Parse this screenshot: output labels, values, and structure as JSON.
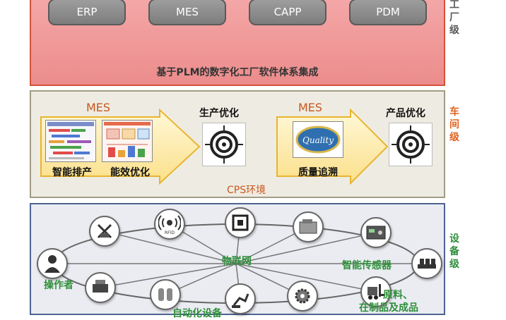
{
  "levels": {
    "factory": "工厂级",
    "workshop": "车间级",
    "device": "设备级"
  },
  "factory": {
    "systems": [
      "ERP",
      "MES",
      "CAPP",
      "PDM"
    ],
    "caption": "基于PLM的数字化工厂软件体系集成"
  },
  "workshop": {
    "left": {
      "mes": "MES",
      "labels": [
        "智能排产",
        "能效优化"
      ],
      "target": "生产优化"
    },
    "right": {
      "mes": "MES",
      "label": "质量追溯",
      "target": "产品优化",
      "badge": "Quality"
    },
    "env": "CPS环境"
  },
  "device": {
    "center": "物联网",
    "rfid": "RFID",
    "labels": {
      "operator": "操作者",
      "sensor": "智能传感器",
      "automation": "自动化设备",
      "materials_line1": "原料、",
      "materials_line2": "在制品及成品"
    }
  },
  "colors": {
    "orange": "#c8561d",
    "green": "#2f8f3a",
    "red_panel": "#ec8c8c",
    "beige_panel": "#eeece2",
    "blue_border": "#4e6393"
  }
}
